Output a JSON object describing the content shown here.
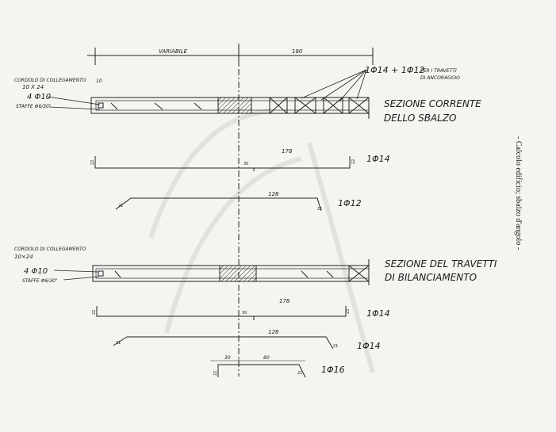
{
  "top_dims": {
    "variabile": "VARIABILE",
    "d180": "180"
  },
  "bars_label_top": {
    "main": "1Φ14 + 1Φ12",
    "rest": "PER I TRAVETTI",
    "rest2": "DI ANCORAGGIO"
  },
  "section1": {
    "cordolo": "CORDOLO DI COLLEGAMENTO",
    "size": "10 X 24",
    "small_dim": "10",
    "bars": "4 Φ10",
    "staffe": "STAFFE Φ6/30\"",
    "title_line1": "SEZIONE  CORRENTE",
    "title_line2": "DELLO  SBALZO"
  },
  "bar1": {
    "len": "178",
    "hook_l": "22",
    "hook_r": "22",
    "mark": "30",
    "label": "1Φ14"
  },
  "bar2": {
    "len": "128",
    "end_l": "21",
    "end_r": "21",
    "label": "1Φ12"
  },
  "section2": {
    "cordolo": "CORDOLO DI COLLEGAMENTO",
    "size": "10×24",
    "bars": "4 Φ10",
    "staffe": "STAFFE Φ6/30\"",
    "title_line1": "SEZIONE  DEL  TRAVETTI",
    "title_line2": "DI  BILANCIAMENTO"
  },
  "bar3": {
    "len": "178",
    "hook_l": "22",
    "hook_r": "22",
    "mark": "30",
    "label": "1Φ14"
  },
  "bar4": {
    "len": "128",
    "end_l": "21",
    "end_r": "21",
    "label": "1Φ14"
  },
  "bar5": {
    "d1": "30",
    "d2": "80",
    "hook_l": "22",
    "end_r": "21",
    "label": "1Φ16"
  },
  "side_caption": "- Calcolo edificio; sbalzo d'angolo -"
}
